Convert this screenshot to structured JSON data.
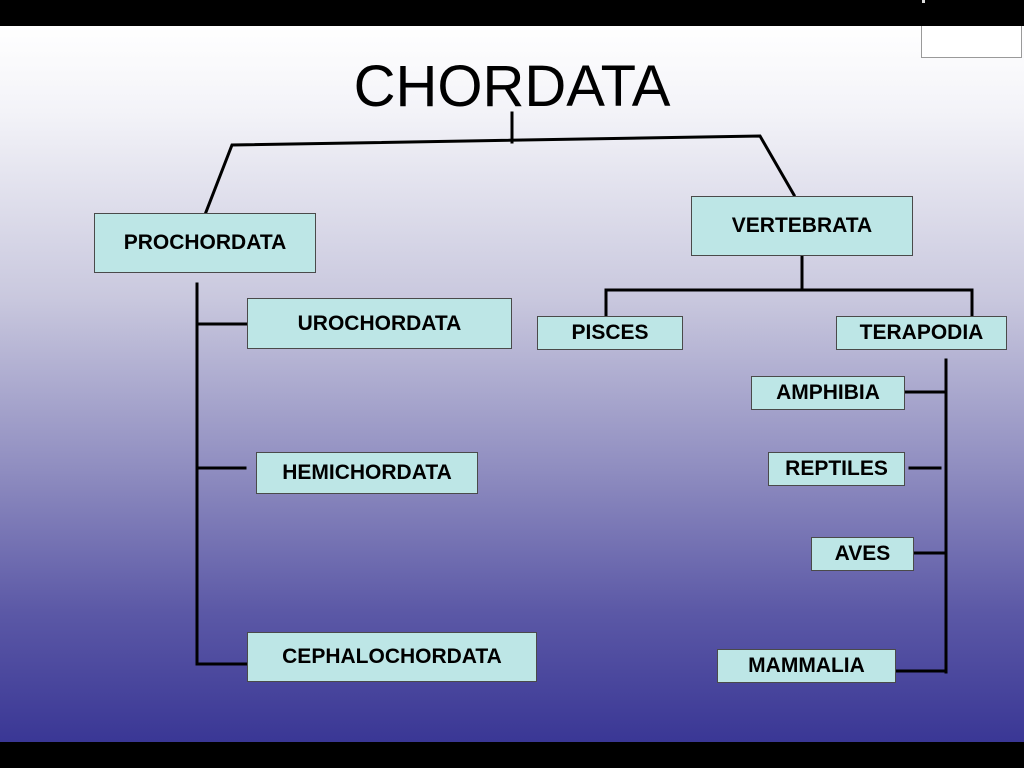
{
  "title": "CHORDATA",
  "colors": {
    "node_fill": "#bde6e6",
    "node_border": "#4a4a4a",
    "line": "#000000",
    "bg_top": "#ffffff",
    "bg_bottom": "#3a3795"
  },
  "nodes": {
    "prochordata": "PROCHORDATA",
    "vertebrata": "VERTEBRATA",
    "urochordata": "UROCHORDATA",
    "hemichordata": "HEMICHORDATA",
    "cephalochordata": "CEPHALOCHORDATA",
    "pisces": "PISCES",
    "terapodia": "TERAPODIA",
    "amphibia": "AMPHIBIA",
    "reptiles": "REPTILES",
    "aves": "AVES",
    "mammalia": "MAMMALIA"
  }
}
